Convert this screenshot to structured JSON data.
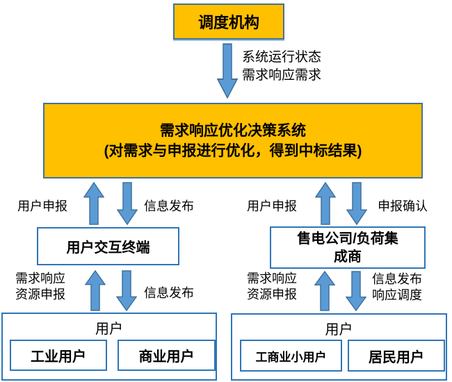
{
  "colors": {
    "background": "#FFFFFF",
    "text": "#000000",
    "box_orange": "#FFC000",
    "orange_border": "#41719C",
    "white_border": "#2E75B6",
    "arrow_fill": "#5B9BD5",
    "arrow_stroke": "#41719C",
    "shadow_blue": "#9DC3E6"
  },
  "nodes": {
    "dispatch": {
      "label": "调度机构"
    },
    "decision": {
      "line1": "需求响应优化决策系统",
      "line2": "(对需求与申报进行优化，得到中标结果)"
    },
    "terminal": {
      "label": "用户交互终端"
    },
    "aggregator": {
      "line1": "售电公司/负荷集",
      "line2": "成商"
    },
    "users_left": {
      "title": "用户",
      "child1": "工业用户",
      "child2": "商业用户"
    },
    "users_right": {
      "title": "用户",
      "child1": "工商业小用户",
      "child2": "居民用户"
    }
  },
  "edges": {
    "dispatch_to_decision": {
      "line1": "系统运行状态",
      "line2": "需求响应需求"
    },
    "left1_up": {
      "label": "用户申报"
    },
    "left1_down": {
      "label": "信息发布"
    },
    "right1_up": {
      "label": "用户申报"
    },
    "right1_down": {
      "label": "申报确认"
    },
    "left2_up": {
      "line1": "需求响应",
      "line2": "资源申报"
    },
    "left2_down": {
      "label": "信息发布"
    },
    "right2_up": {
      "line1": "需求响应",
      "line2": "资源申报"
    },
    "right2_down": {
      "line1": "信息发布",
      "line2": "响应调度"
    }
  }
}
